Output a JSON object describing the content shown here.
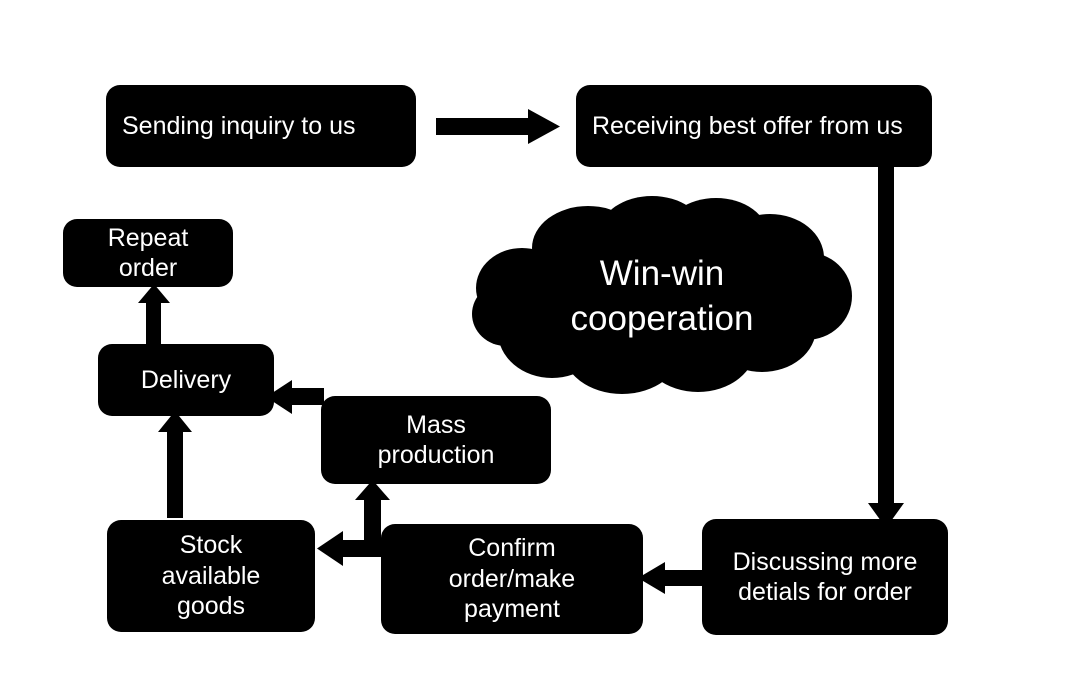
{
  "diagram": {
    "title": "Win-win cooperation order process flowchart",
    "background_color": "#ffffff",
    "node_fill_color": "#000000",
    "node_text_color": "#ffffff",
    "connector_color": "#000000"
  },
  "nodes": {
    "sending_inquiry": {
      "label": "Sending inquiry to us",
      "shape": "rounded-rectangle",
      "align": "left"
    },
    "receiving_offer": {
      "label": "Receiving best offer from us",
      "shape": "rounded-rectangle",
      "align": "left"
    },
    "cloud": {
      "label": "Win-win\ncooperation",
      "shape": "cloud",
      "align": "center"
    },
    "discussing_details": {
      "label": "Discussing more\ndetials for order",
      "shape": "rounded-rectangle",
      "align": "center"
    },
    "confirm_order": {
      "label": "Confirm\norder/make\npayment",
      "shape": "rounded-rectangle",
      "align": "center"
    },
    "stock_available": {
      "label": "Stock\navailable\ngoods",
      "shape": "rounded-rectangle",
      "align": "center"
    },
    "mass_production": {
      "label": "Mass\nproduction",
      "shape": "rounded-rectangle",
      "align": "center"
    },
    "delivery": {
      "label": "Delivery",
      "shape": "rounded-rectangle",
      "align": "center"
    },
    "repeat_order": {
      "label": "Repeat\norder",
      "shape": "rounded-rectangle",
      "align": "center"
    }
  },
  "connectors": [
    {
      "name": "sending-to-receiving",
      "from": "sending_inquiry",
      "to": "receiving_offer",
      "direction": "right"
    },
    {
      "name": "receiving-to-discussing",
      "from": "receiving_offer",
      "to": "discussing_details",
      "direction": "down"
    },
    {
      "name": "discussing-to-confirm",
      "from": "discussing_details",
      "to": "confirm_order",
      "direction": "left"
    },
    {
      "name": "confirm-to-stock-and-mass",
      "from": "confirm_order",
      "to": "stock_available",
      "direction": "left-and-up",
      "note": "elbow with two arrowheads: left into stock, up into mass production"
    },
    {
      "name": "stock-to-delivery",
      "from": "stock_available",
      "to": "delivery",
      "direction": "up"
    },
    {
      "name": "mass-to-delivery",
      "from": "mass_production",
      "to": "delivery",
      "direction": "left"
    },
    {
      "name": "delivery-to-repeat",
      "from": "delivery",
      "to": "repeat_order",
      "direction": "up"
    }
  ]
}
